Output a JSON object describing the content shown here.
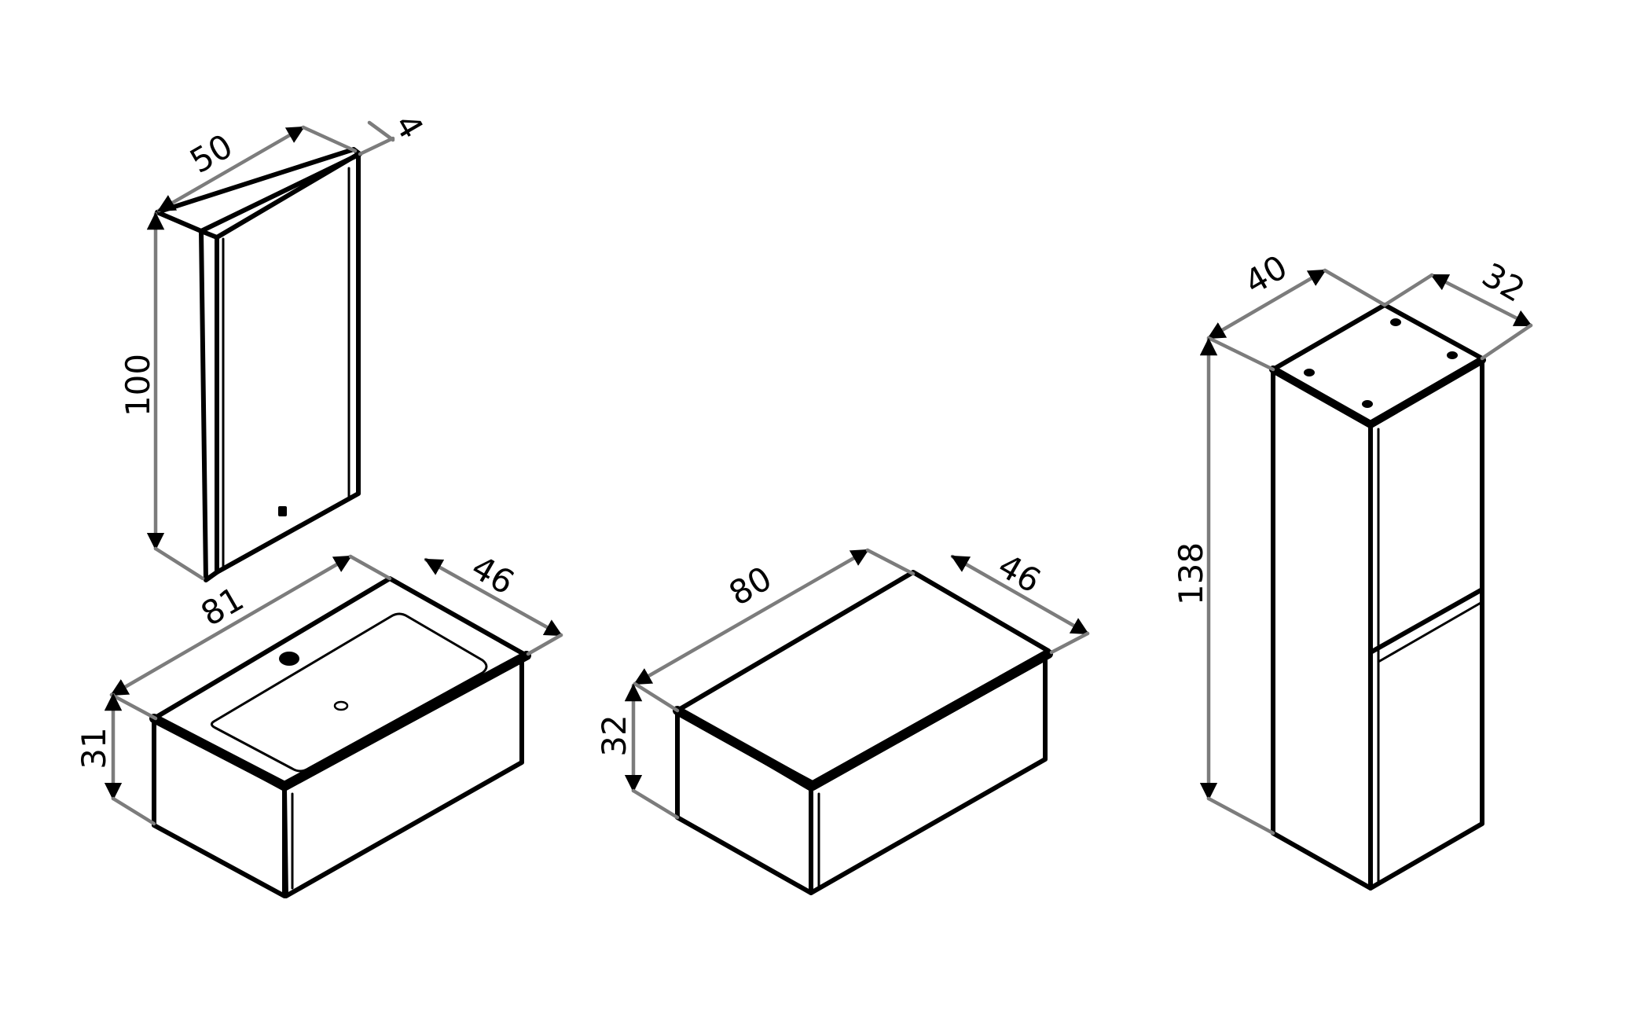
{
  "diagram": {
    "colors": {
      "object_line": "#000000",
      "dimension_line": "#7c7c7c",
      "background": "#ffffff"
    },
    "mirror_cabinet": {
      "width": "50",
      "depth": "4",
      "height": "100"
    },
    "vanity_with_basin": {
      "width": "81",
      "depth": "46",
      "height": "31"
    },
    "side_unit": {
      "width": "80",
      "depth": "46",
      "height": "32"
    },
    "tall_cabinet": {
      "width": "40",
      "depth": "32",
      "height": "138"
    }
  }
}
